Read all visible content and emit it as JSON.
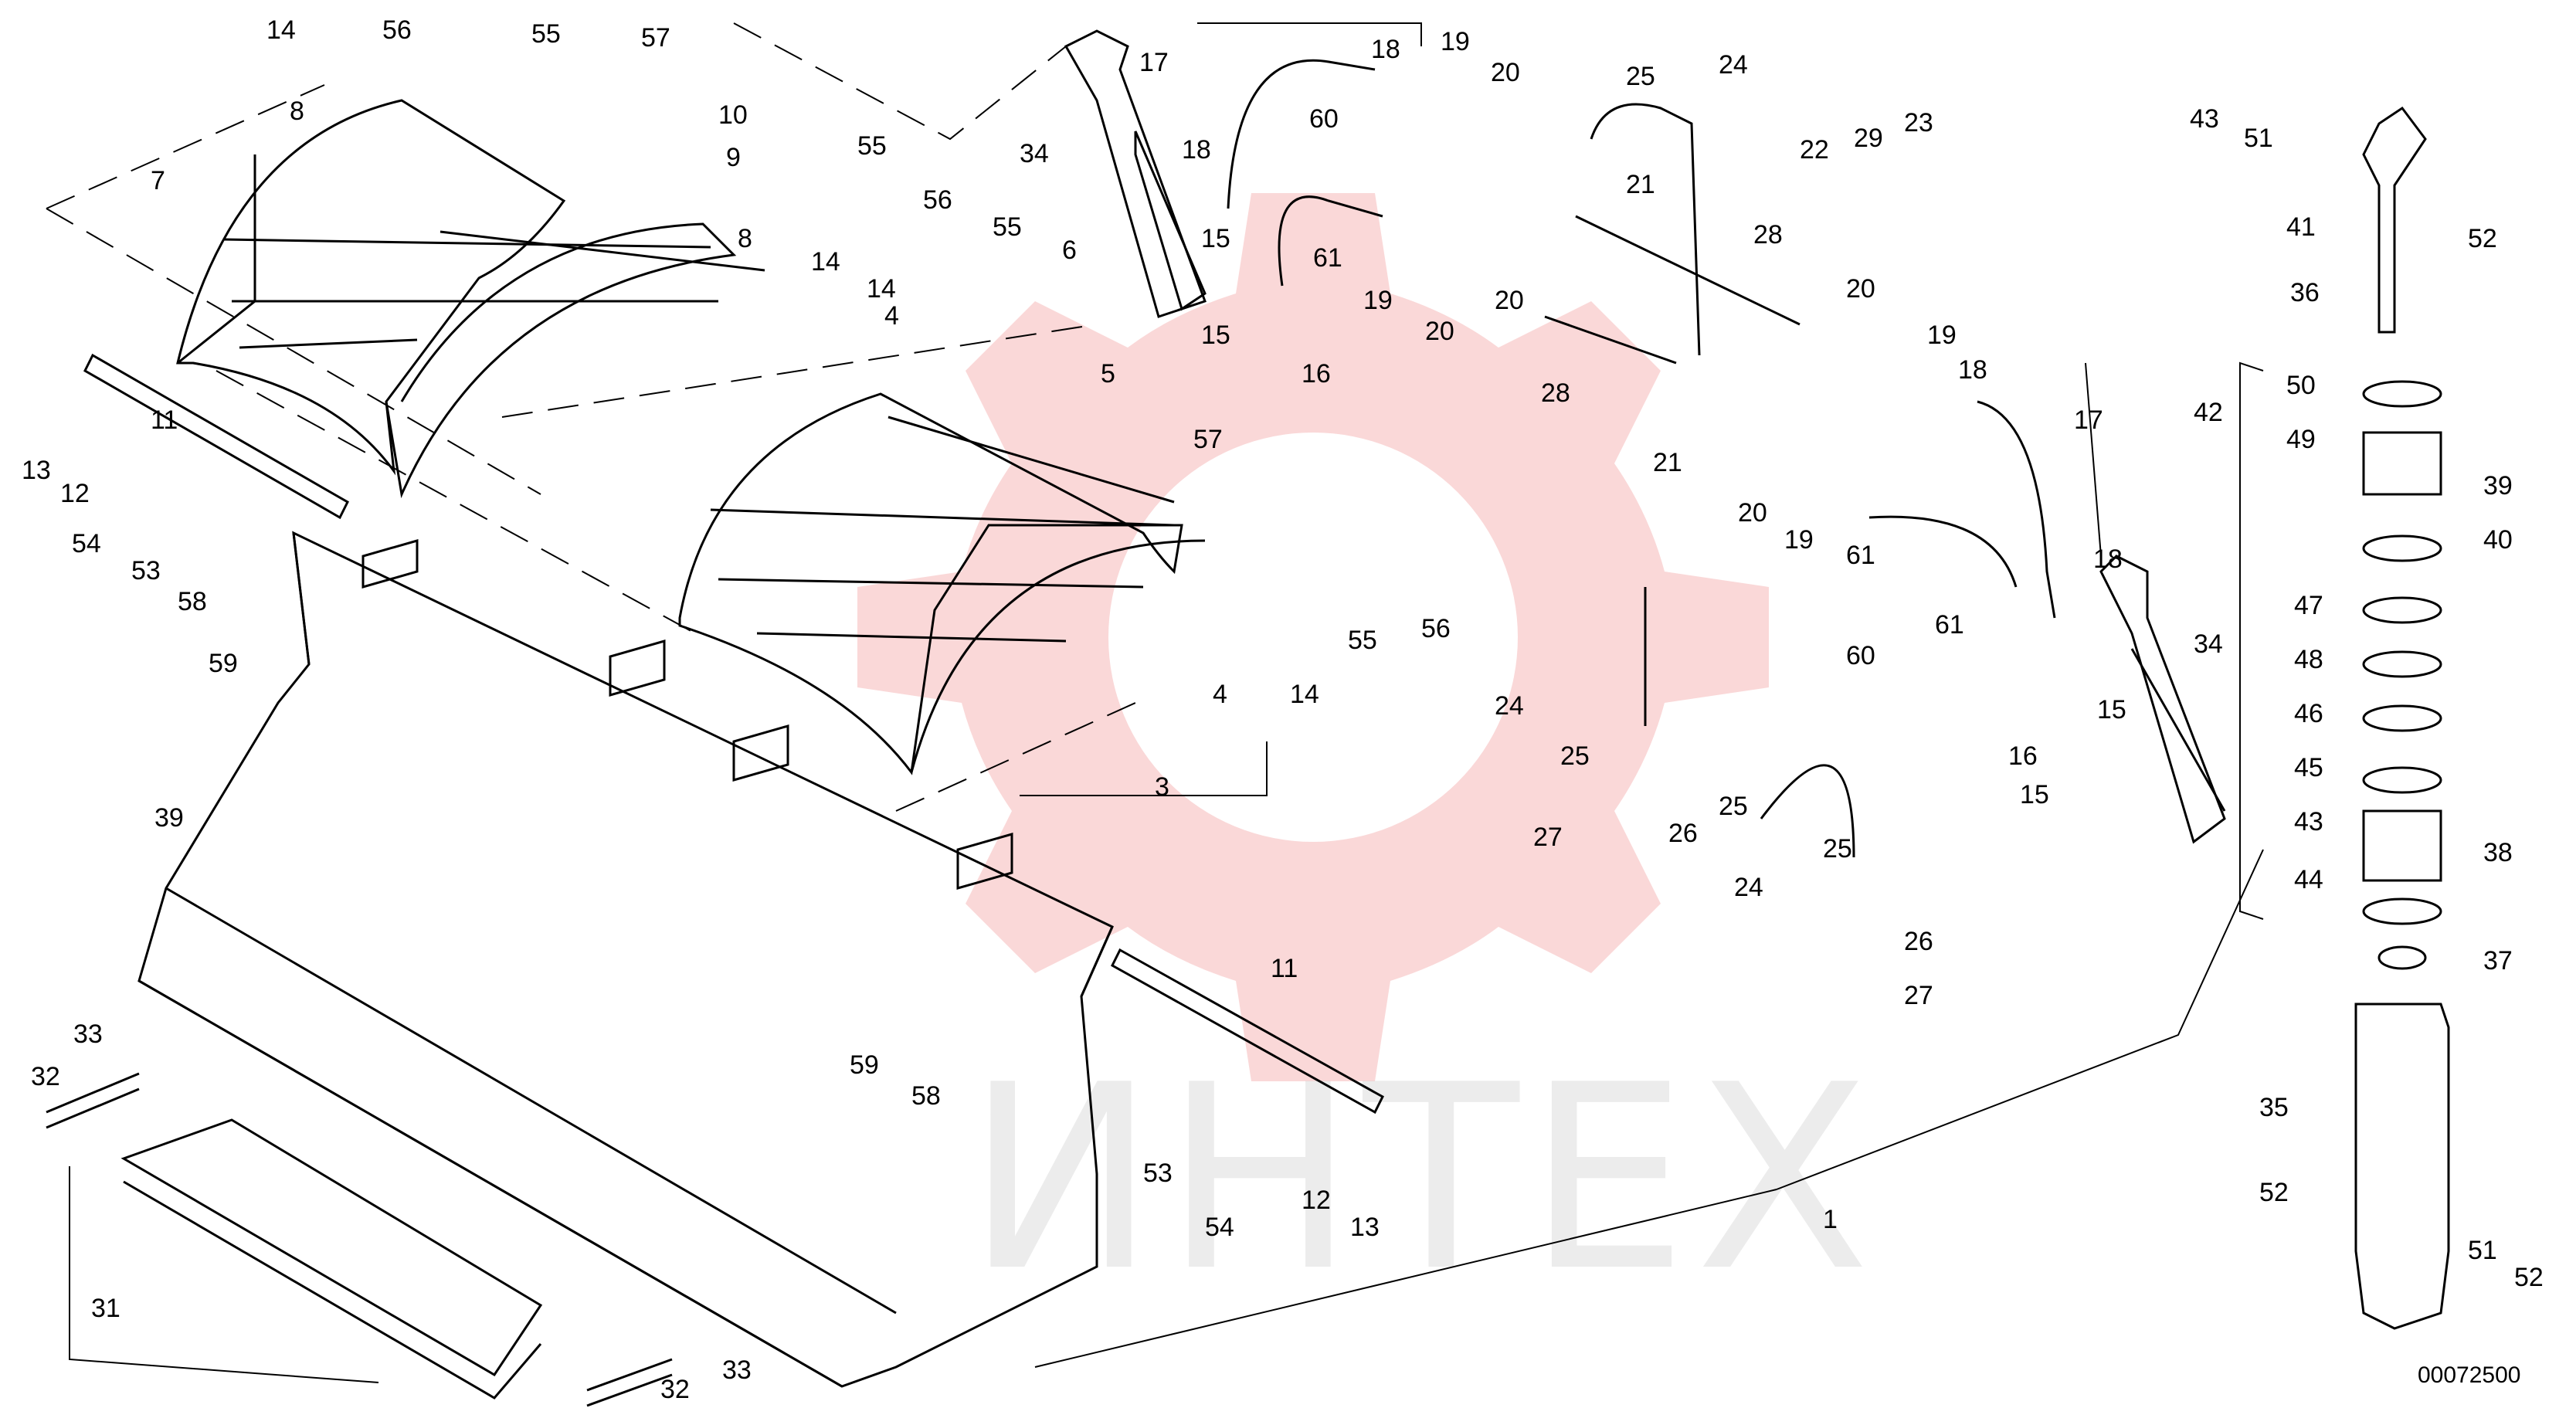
{
  "document_code": "00072500",
  "watermark": {
    "text": "ИНТЕХ",
    "logo": "gear-logo-icon",
    "color": "#f4a9a9"
  },
  "labels": {
    "p1": "1",
    "p3": "3",
    "p4a": "4",
    "p4b": "4",
    "p5": "5",
    "p6": "6",
    "p7": "7",
    "p8a": "8",
    "p8b": "8",
    "p9": "9",
    "p10": "10",
    "p11a": "11",
    "p11b": "11",
    "p12a": "12",
    "p12b": "12",
    "p13a": "13",
    "p13b": "13",
    "p14a": "14",
    "p14b": "14",
    "p14c": "14",
    "p14d": "14",
    "p15a": "15",
    "p15b": "15",
    "p15c": "15",
    "p15d": "15",
    "p16a": "16",
    "p16b": "16",
    "p17a": "17",
    "p17b": "17",
    "p18a": "18",
    "p18b": "18",
    "p18c": "18",
    "p18d": "18",
    "p19a": "19",
    "p19b": "19",
    "p19c": "19",
    "p19d": "19",
    "p20a": "20",
    "p20b": "20",
    "p20c": "20",
    "p20d": "20",
    "p20e": "20",
    "p21a": "21",
    "p21b": "21",
    "p22": "22",
    "p23": "23",
    "p24a": "24",
    "p24b": "24",
    "p24c": "24",
    "p25a": "25",
    "p25b": "25",
    "p25c": "25",
    "p25d": "25",
    "p26a": "26",
    "p26b": "26",
    "p27a": "27",
    "p27b": "27",
    "p28a": "28",
    "p28b": "28",
    "p29": "29",
    "p31": "31",
    "p32a": "32",
    "p32b": "32",
    "p33a": "33",
    "p33b": "33",
    "p34a": "34",
    "p34b": "34",
    "p35": "35",
    "p36": "36",
    "p37": "37",
    "p38": "38",
    "p39a": "39",
    "p39b": "39",
    "p40": "40",
    "p41": "41",
    "p42": "42",
    "p43a": "43",
    "p43b": "43",
    "p44": "44",
    "p45": "45",
    "p46": "46",
    "p47": "47",
    "p48": "48",
    "p49": "49",
    "p50": "50",
    "p51a": "51",
    "p51b": "51",
    "p52a": "52",
    "p52b": "52",
    "p52c": "52",
    "p53a": "53",
    "p53b": "53",
    "p54a": "54",
    "p54b": "54",
    "p55a": "55",
    "p55b": "55",
    "p55c": "55",
    "p55d": "55",
    "p56a": "56",
    "p56b": "56",
    "p56c": "56",
    "p57a": "57",
    "p57b": "57",
    "p58a": "58",
    "p58b": "58",
    "p59a": "59",
    "p59b": "59",
    "p60a": "60",
    "p60b": "60",
    "p61a": "61",
    "p61b": "61",
    "p61c": "61"
  }
}
